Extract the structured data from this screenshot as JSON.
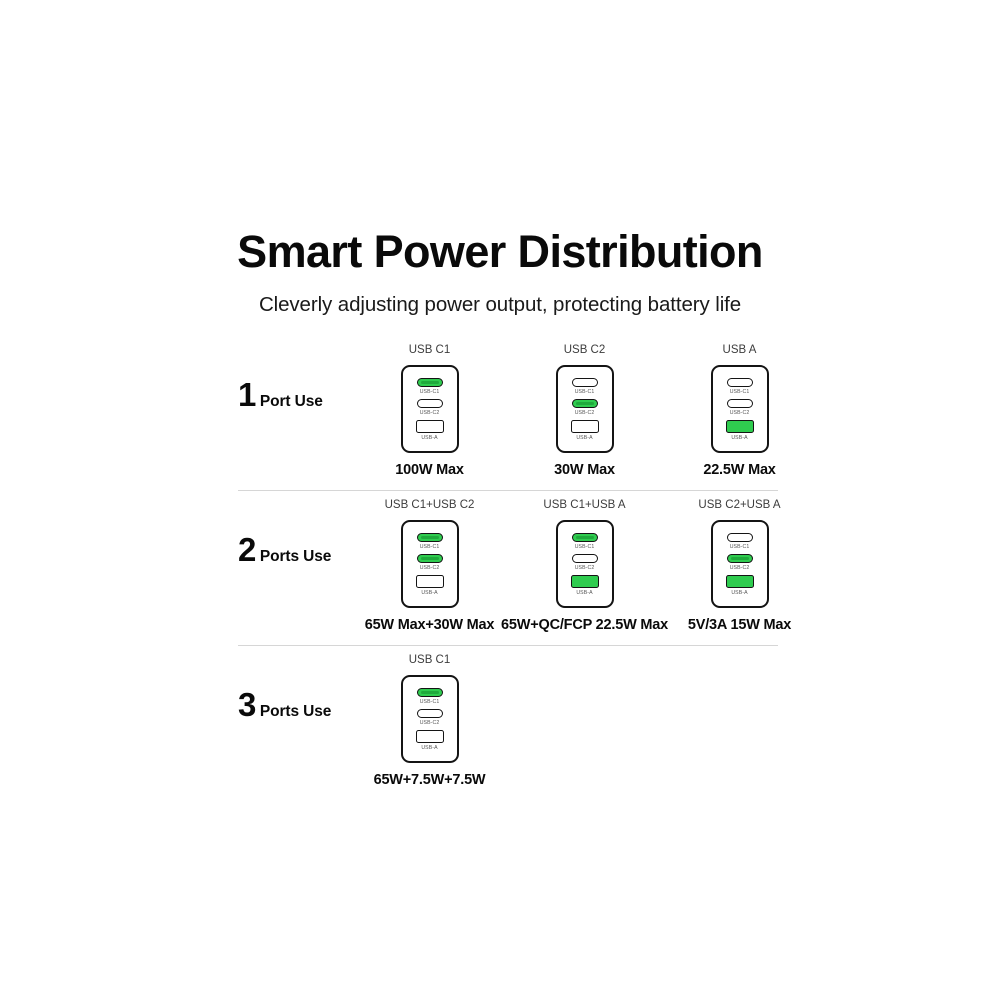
{
  "header": {
    "title": "Smart Power Distribution",
    "subtitle": "Cleverly adjusting power output, protecting battery life"
  },
  "colors": {
    "active_port": "#2fcc4f",
    "outline": "#141414",
    "divider": "#d6d6d6",
    "text_primary": "#0a0a0a",
    "text_muted": "#3d3d3d"
  },
  "port_labels": {
    "c1": "USB-C1",
    "c2": "USB-C2",
    "a": "USB-A"
  },
  "rows": [
    {
      "number": "1",
      "word": "Port Use",
      "cells": [
        {
          "title": "USB C1",
          "power": "100W Max",
          "ports": {
            "c1": true,
            "c2": false,
            "a": false
          }
        },
        {
          "title": "USB C2",
          "power": "30W Max",
          "ports": {
            "c1": false,
            "c2": true,
            "a": false
          }
        },
        {
          "title": "USB A",
          "power": "22.5W Max",
          "ports": {
            "c1": false,
            "c2": false,
            "a": true
          }
        }
      ]
    },
    {
      "number": "2",
      "word": "Ports Use",
      "cells": [
        {
          "title": "USB C1+USB C2",
          "power": "65W Max+30W Max",
          "ports": {
            "c1": true,
            "c2": true,
            "a": false
          }
        },
        {
          "title": "USB C1+USB A",
          "power": "65W+QC/FCP 22.5W Max",
          "ports": {
            "c1": true,
            "c2": false,
            "a": true
          }
        },
        {
          "title": "USB C2+USB A",
          "power": "5V/3A 15W Max",
          "ports": {
            "c1": false,
            "c2": true,
            "a": true
          }
        }
      ]
    },
    {
      "number": "3",
      "word": "Ports Use",
      "cells": [
        {
          "title": "USB C1",
          "power": "65W+7.5W+7.5W",
          "ports": {
            "c1": true,
            "c2": false,
            "a": false
          }
        }
      ]
    }
  ]
}
